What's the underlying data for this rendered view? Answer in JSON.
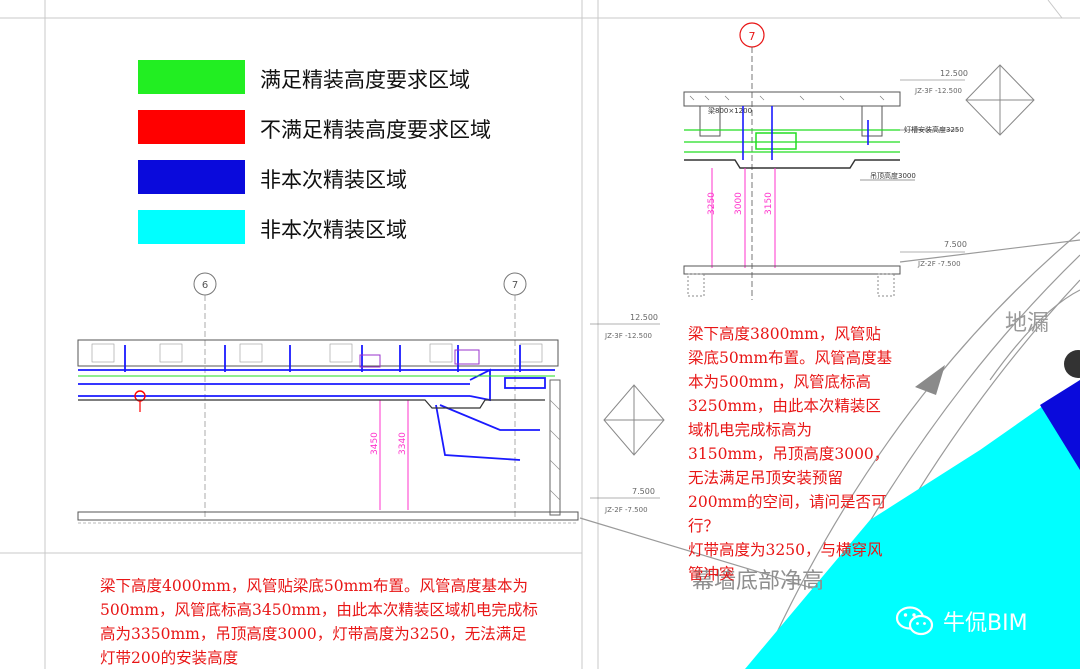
{
  "legend": [
    {
      "label": "满足精装高度要求区域",
      "color": "#22ee22"
    },
    {
      "label": "不满足精装高度要求区域",
      "color": "#ff0000"
    },
    {
      "label": "非本次精装区域",
      "color": "#0a0adc"
    },
    {
      "label": "非本次精装区域",
      "color": "#00ffff"
    }
  ],
  "axes": {
    "left_a": "6",
    "left_b": "7",
    "top_right": "7"
  },
  "levels": {
    "upper": "12.500",
    "upper_label": "JZ-3F -12.500",
    "lower": "7.500",
    "lower_label": "JZ-2F -7.500"
  },
  "detail_labels": {
    "beam": "梁800×1200",
    "light_strip": "灯槽安装高度3250",
    "ceiling": "吊顶高度3000",
    "dim_a": "3250",
    "dim_b": "3000",
    "dim_c": "3150",
    "dim_d": "3450",
    "dim_e": "3340"
  },
  "background_text": {
    "floor_drain": "地漏",
    "curtain_wall": "幕墙底部净高"
  },
  "notes": {
    "right": "梁下高度3800mm，风管贴梁底50mm布置。风管高度基本为500mm，风管底标高3250mm，由此本次精装区域机电完成标高为3150mm，吊顶高度3000，无法满足吊顶安装预留200mm的空间，请问是否可行？",
    "right_extra": "灯带高度为3250，与横穿风管冲突",
    "bottom": "梁下高度4000mm，风管贴梁底50mm布置。风管高度基本为500mm，风管底标高3450mm，由此本次精装区域机电完成标高为3350mm，吊顶高度3000，灯带高度为3250，无法满足灯带200的安装高度"
  },
  "watermark": {
    "text": "牛侃BIM",
    "icon": "wechat-icon"
  },
  "colors": {
    "cyan": "#00ffff",
    "blue": "#0a0adc",
    "green": "#22ee22",
    "red": "#ff0000",
    "duct": "#1a1aff",
    "magenta": "#ff33cc",
    "note": "#e81616"
  }
}
